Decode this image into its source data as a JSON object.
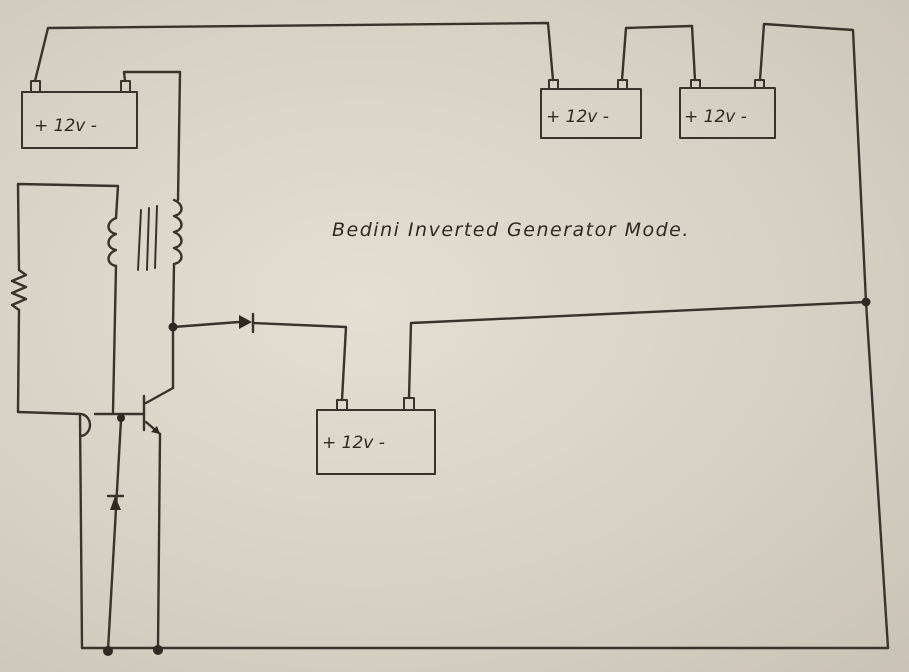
{
  "title": "Bedini Inverted Generator Mode.",
  "batteries": [
    {
      "id": "battery-left-top",
      "label": "+ 12v -"
    },
    {
      "id": "battery-right-1",
      "label": "+ 12v -"
    },
    {
      "id": "battery-right-2",
      "label": "+ 12v -"
    },
    {
      "id": "battery-middle",
      "label": "+ 12v -"
    }
  ],
  "ink_color": "#3a332b",
  "paper_color": "#e4ded3"
}
